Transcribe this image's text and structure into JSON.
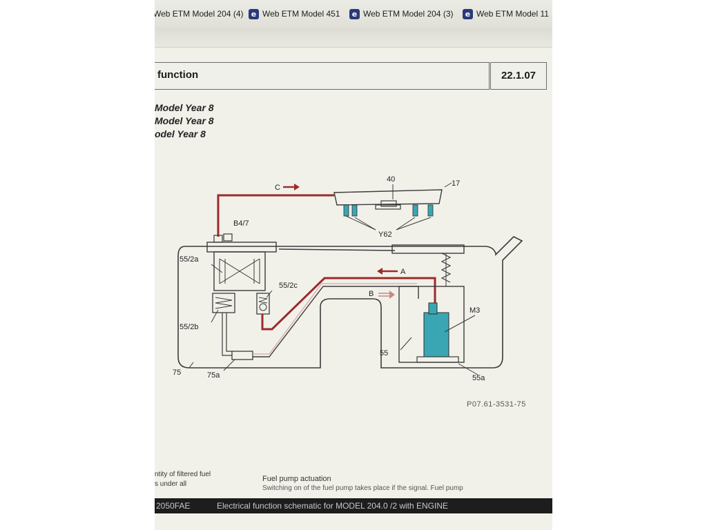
{
  "tabs": [
    {
      "label": "Web ETM Model 204 (4)",
      "icon": "ie-icon"
    },
    {
      "label": "Web ETM Model 451",
      "icon": "ie-icon"
    },
    {
      "label": "Web ETM Model 204 (3)",
      "icon": "ie-icon"
    },
    {
      "label": "Web ETM Model 11",
      "icon": "ie-icon"
    }
  ],
  "header": {
    "title": "function",
    "date": "22.1.07"
  },
  "models": [
    "Model Year 8",
    "Model Year 8",
    "odel Year 8"
  ],
  "diagram": {
    "labels": {
      "c": "C",
      "a": "A",
      "b": "B",
      "n40": "40",
      "n17": "17",
      "b47": "B4/7",
      "y62": "Y62",
      "n55_2a": "55/2a",
      "n55_2c": "55/2c",
      "n55_2b": "55/2b",
      "m3": "M3",
      "n55": "55",
      "n55a": "55a",
      "n75": "75",
      "n75a": "75a"
    },
    "colors": {
      "fuel_line": "#9c2a2a",
      "pump": "#3aa6b4",
      "ink": "#3a3a3a"
    }
  },
  "figure_ref": "P07.61-3531-75",
  "text": {
    "left1": "ntity of filtered fuel",
    "left2": "s under all",
    "right_heading": "Fuel pump actuation",
    "right_line1": "Switching on of the fuel pump takes place if the signal. Fuel pump"
  },
  "bottom": {
    "code": "2050FAE",
    "text": "Electrical function schematic for   MODEL 204.0 /2 with ENGINE"
  }
}
